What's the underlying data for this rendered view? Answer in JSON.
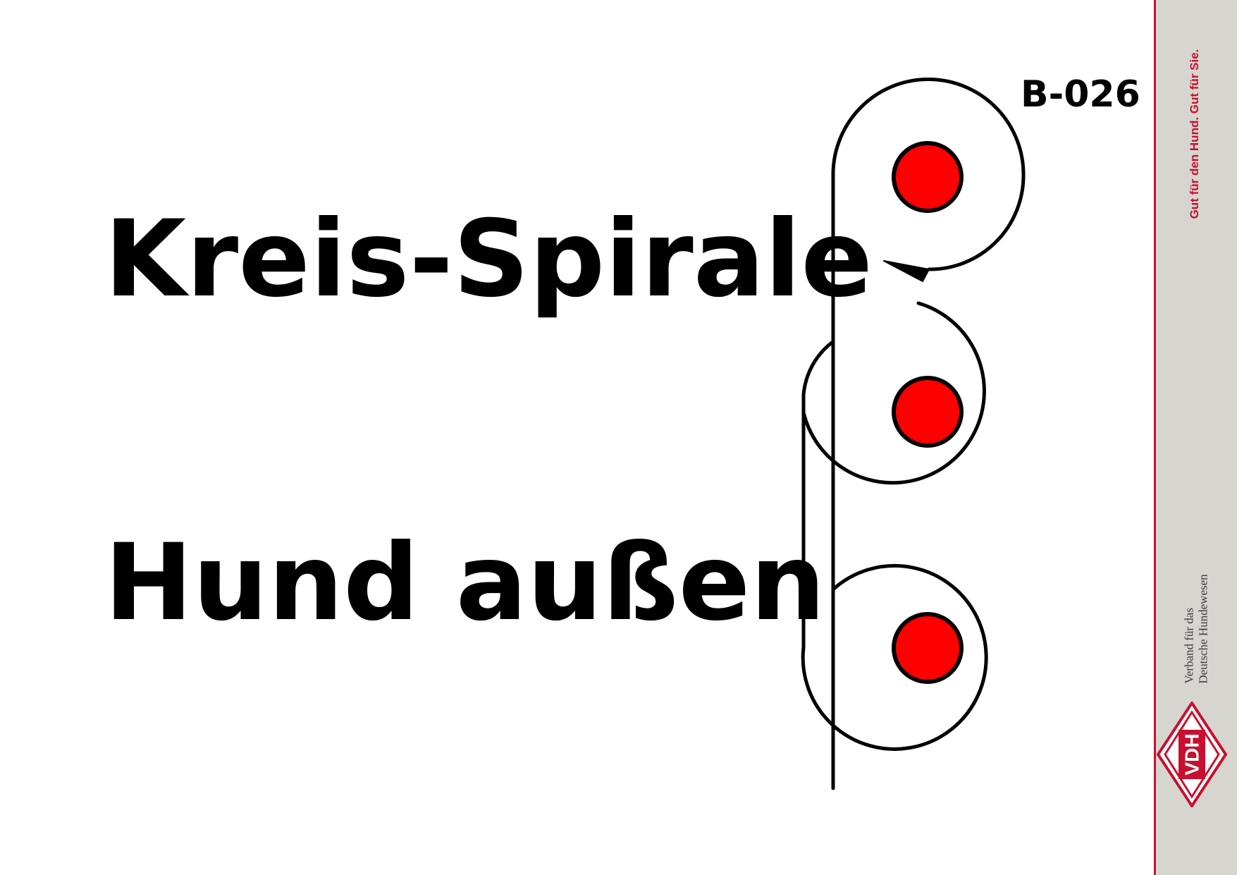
{
  "card": {
    "code": "B-026",
    "title_line1": "Kreis-Spirale",
    "title_line2": "Hund außen"
  },
  "sidebar": {
    "slogan": "Gut für den Hund. Gut für Sie.",
    "org_line1": "Verband für das",
    "org_line2": "Deutsche Hundewesen",
    "logo_text": "VDH"
  },
  "colors": {
    "cone_fill": "#ff0000",
    "line": "#000000",
    "brand_red": "#c8102e",
    "sidebar_bg": "#d7d5d0"
  },
  "icons": {
    "cone": "red-circle-cone",
    "arrow": "arrowhead"
  }
}
